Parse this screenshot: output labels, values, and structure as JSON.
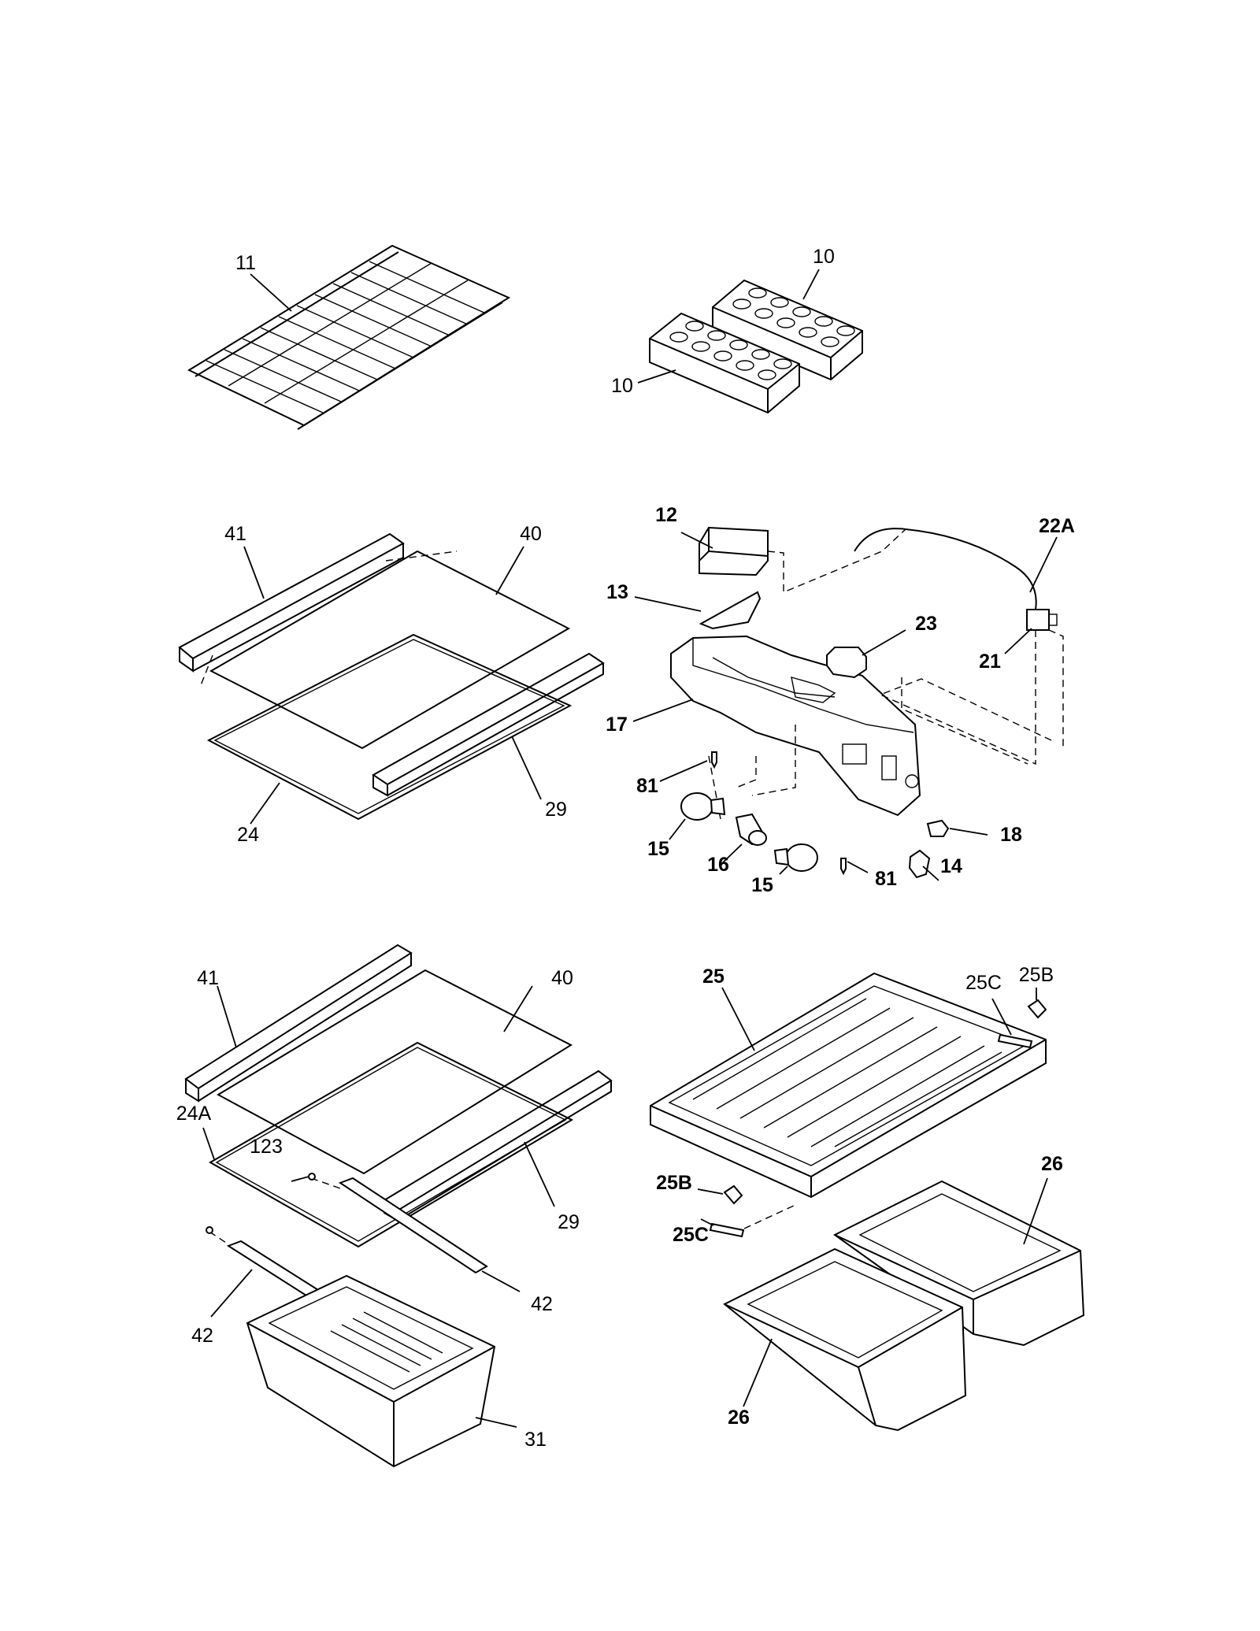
{
  "diagram": {
    "callouts": {
      "p11": "11",
      "p10a": "10",
      "p10b": "10",
      "p41a": "41",
      "p40a": "40",
      "p29a": "29",
      "p24": "24",
      "p12": "12",
      "p13": "13",
      "p22a": "22A",
      "p23": "23",
      "p21": "21",
      "p17": "17",
      "p81a": "81",
      "p15a": "15",
      "p16": "16",
      "p15b": "15",
      "p81b": "81",
      "p14": "14",
      "p18": "18",
      "p41b": "41",
      "p40b": "40",
      "p24a": "24A",
      "p123": "123",
      "p29b": "29",
      "p42a": "42",
      "p42b": "42",
      "p31": "31",
      "p25": "25",
      "p25c_top": "25C",
      "p25b_top": "25B",
      "p25b_mid": "25B",
      "p25c_mid": "25C",
      "p26a": "26",
      "p26b": "26"
    }
  }
}
